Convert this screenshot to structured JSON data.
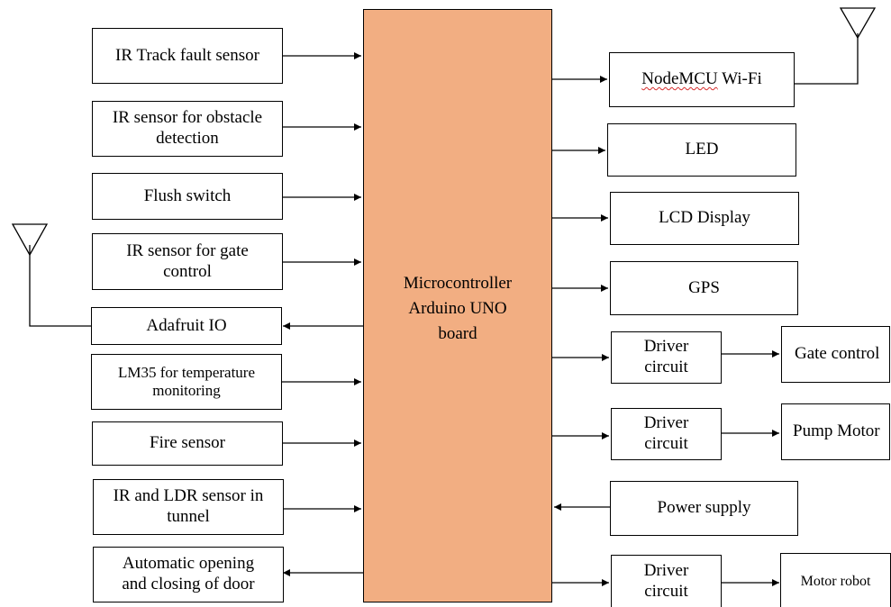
{
  "microcontroller": {
    "line1": "Microcontroller",
    "line2": "Arduino UNO",
    "line3": "board"
  },
  "inputs": {
    "ir_track_fault": "IR Track fault sensor",
    "ir_obstacle_1": "IR sensor for obstacle",
    "ir_obstacle_2": "detection",
    "flush_switch": "Flush switch",
    "ir_gate_1": "IR sensor for gate",
    "ir_gate_2": "control",
    "adafruit_io": "Adafruit IO",
    "lm35_1": "LM35 for temperature",
    "lm35_2": "monitoring",
    "fire_sensor": "Fire sensor",
    "ir_ldr_1": "IR and LDR sensor in",
    "ir_ldr_2": "tunnel",
    "door_1": "Automatic opening",
    "door_2": "and closing of door"
  },
  "outputs": {
    "nodemcu_a": "NodeMCU",
    "nodemcu_b": " Wi-Fi",
    "led": "LED",
    "lcd": "LCD Display",
    "gps": "GPS",
    "driver_1a": "Driver",
    "driver_1b": "circuit",
    "gate_control": "Gate control",
    "driver_2a": "Driver",
    "driver_2b": "circuit",
    "pump_motor": "Pump Motor",
    "power_supply": "Power supply",
    "driver_3a": "Driver",
    "driver_3b": "circuit",
    "motor_robot": "Motor robot"
  },
  "colors": {
    "mcu_fill": "#f2ae82",
    "line": "#000000",
    "spellcheck_underline": "#d62c2c"
  },
  "icons": [
    "antenna-icon-left",
    "antenna-icon-right"
  ]
}
